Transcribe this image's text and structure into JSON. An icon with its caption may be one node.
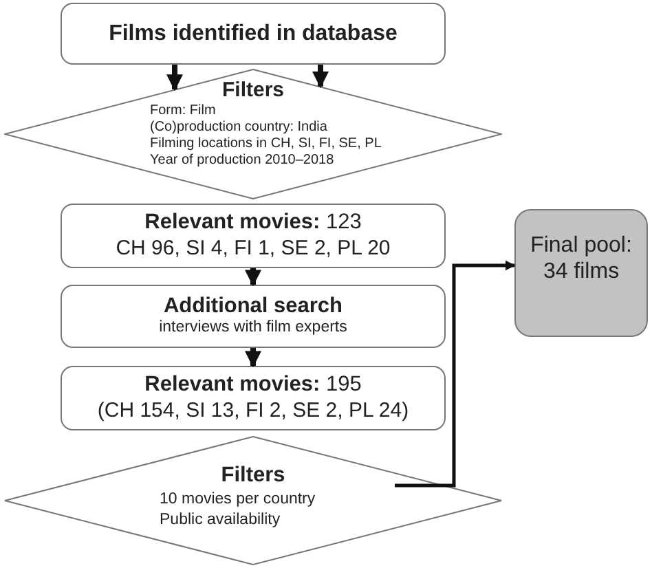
{
  "diagram": {
    "nodes": [
      {
        "text": [
          "Films identified in database"
        ]
      },
      {
        "text": [
          "Filters",
          "Form: Film",
          "(Co)production country: India",
          "Filming locations in CH, SI, FI, SE, PL",
          "Year of production 2010–2018"
        ]
      },
      {
        "text": [
          "**Relevant movies:** 123",
          "CH 96, SI 4, FI 1, SE 2, PL 20"
        ]
      },
      {
        "text": [
          "Additional search",
          "interviews with film experts"
        ]
      },
      {
        "text": [
          "**Relevant movies:** 195",
          "(CH 154, SI 13, FI 2, SE 2, PL 24)"
        ]
      },
      {
        "text": [
          "Filters",
          "10 movies per country",
          "Public availability"
        ]
      },
      {
        "text": [
          "Final pool: 34 films"
        ]
      }
    ],
    "edges": [
      {
        "from": 0,
        "to": 1,
        "arrow": "to"
      },
      {
        "from": 0,
        "to": 1,
        "arrow": "to"
      },
      {
        "from": 2,
        "to": 3,
        "arrow": "to"
      },
      {
        "from": 3,
        "to": 4,
        "arrow": "to"
      },
      {
        "from": 5,
        "to": 6,
        "arrow": "to"
      }
    ]
  }
}
